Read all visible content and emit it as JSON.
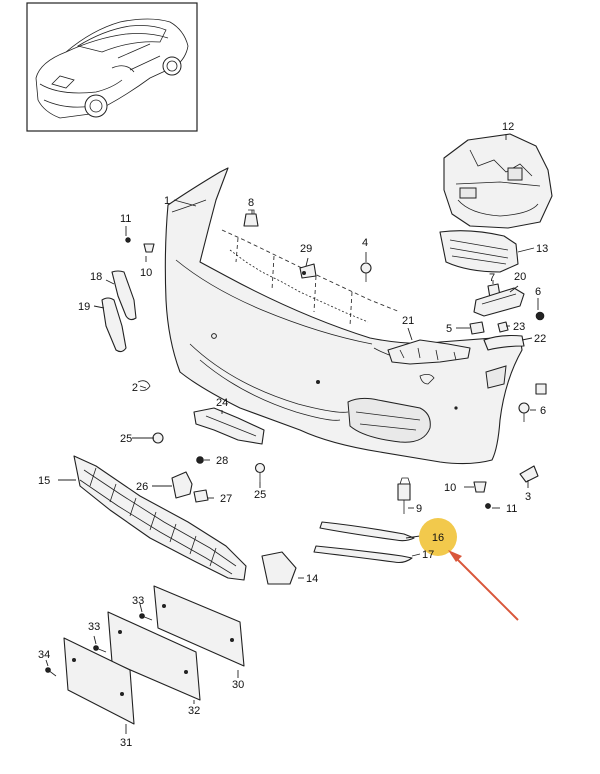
{
  "diagram": {
    "highlight_color": "#f2c94c",
    "arrow_color": "#d9573b",
    "highlighted_part": "16",
    "callouts": {
      "p1": "1",
      "p2": "2",
      "p3": "3",
      "p4": "4",
      "p5": "5",
      "p6a": "6",
      "p6b": "6",
      "p7": "7",
      "p8": "8",
      "p9": "9",
      "p10a": "10",
      "p10b": "10",
      "p11a": "11",
      "p11b": "11",
      "p12": "12",
      "p13": "13",
      "p14": "14",
      "p15": "15",
      "p16": "16",
      "p17": "17",
      "p18": "18",
      "p19": "19",
      "p20": "20",
      "p21": "21",
      "p22": "22",
      "p23": "23",
      "p24": "24",
      "p25a": "25",
      "p25b": "25",
      "p26": "26",
      "p27": "27",
      "p28": "28",
      "p29": "29",
      "p30": "30",
      "p31": "31",
      "p32": "32",
      "p33a": "33",
      "p33b": "33",
      "p34": "34"
    }
  }
}
